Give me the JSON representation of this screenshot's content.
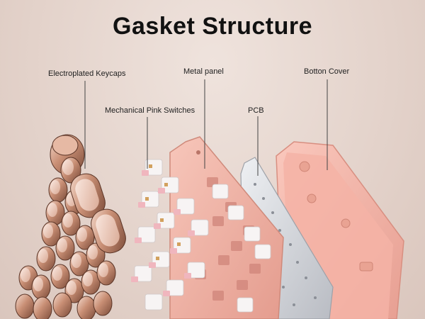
{
  "title": "Gasket Structure",
  "labels": {
    "keycaps": "Electroplated Keycaps",
    "switches": "Mechanical Pink Switches",
    "metal_panel": "Metal panel",
    "pcb": "PCB",
    "bottom_cover": "Botton Cover"
  },
  "colors": {
    "background": "#e6d6cf",
    "keycap_rose_gold": "#c98f75",
    "switch_pink": "#f0b6be",
    "panel_pink": "#f2b4a8",
    "pcb_silver": "#d9dade",
    "cover_pink": "#f6b9ad"
  }
}
